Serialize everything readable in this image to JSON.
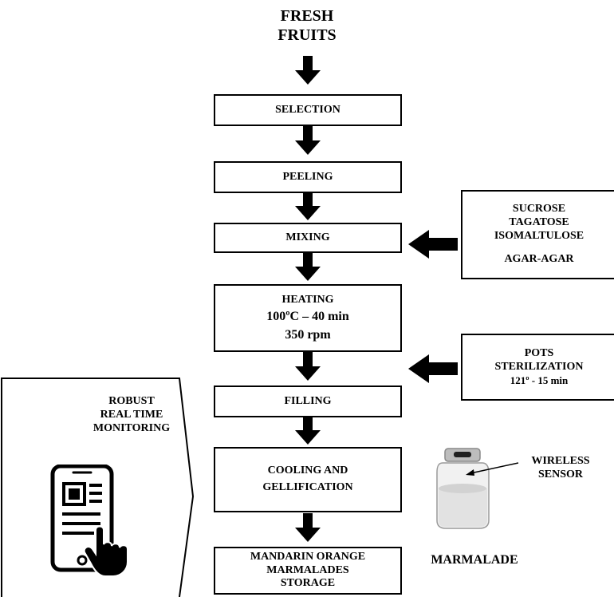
{
  "flow": {
    "start": [
      "FRESH",
      "FRUITS"
    ],
    "steps": {
      "selection": "SELECTION",
      "peeling": "PEELING",
      "mixing": "MIXING",
      "heating": [
        "HEATING",
        "100ºC – 40 min",
        "350  rpm"
      ],
      "filling": "FILLING",
      "cooling": [
        "COOLING AND",
        "GELLIFICATION"
      ],
      "storage": [
        "MANDARIN ORANGE",
        "MARMALADES",
        "STORAGE"
      ]
    }
  },
  "inputs": {
    "ingredients": [
      "SUCROSE",
      "TAGATOSE",
      "ISOMALTULOSE",
      "AGAR-AGAR"
    ],
    "pots": [
      "POTS",
      "STERILIZATION",
      "121º - 15 min"
    ]
  },
  "monitoring": {
    "title": [
      "ROBUST",
      "REAL TIME",
      "MONITORING"
    ]
  },
  "jar": {
    "sensor_label": [
      "WIRELESS",
      "SENSOR"
    ],
    "product_label": "MARMALADE"
  }
}
